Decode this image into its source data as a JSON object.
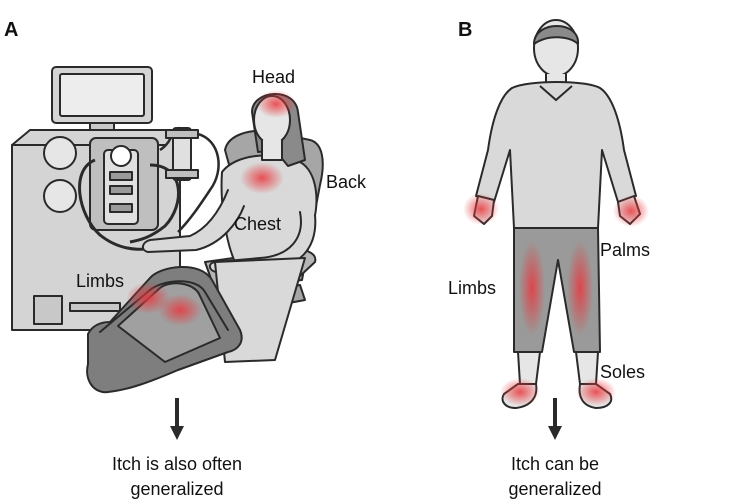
{
  "panels": [
    {
      "letter": "A",
      "labels": {
        "head": "Head",
        "back": "Back",
        "chest": "Chest",
        "limbs": "Limbs"
      },
      "caption": [
        "Itch is also often",
        "generalized"
      ]
    },
    {
      "letter": "B",
      "labels": {
        "palms": "Palms",
        "limbs": "Limbs",
        "soles": "Soles"
      },
      "caption": [
        "Itch can be",
        "generalized"
      ]
    }
  ],
  "colors": {
    "itch_highlight": "#e8383d",
    "figure_fill": "#d9d9d9",
    "trousers_fill": "#9a9a9a",
    "machine_fill": "#d4d4d4",
    "outline": "#2a2a2a"
  },
  "icons": [
    "hemodialysis-machine-icon",
    "patient-in-chair-icon",
    "standing-person-icon",
    "down-arrow-icon"
  ]
}
